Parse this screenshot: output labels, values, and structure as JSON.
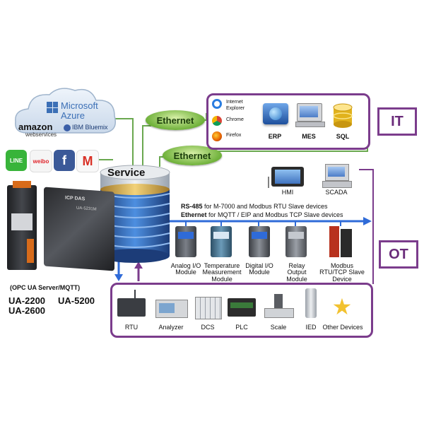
{
  "cloud": {
    "microsoft": "Microsoft",
    "azure": "Azure",
    "amazon": "amazon",
    "webservices": "webservices",
    "ibm_bluemix": "IBM Bluemix"
  },
  "social": [
    "LINE",
    "weibo",
    "f",
    "M"
  ],
  "service_label": "Service",
  "ethernet_label": "Ethernet",
  "it": {
    "tag": "IT",
    "browsers": [
      "Internet Explorer",
      "Chrome",
      "Firefox"
    ],
    "apps": [
      "ERP",
      "MES",
      "SQL"
    ]
  },
  "ot": {
    "tag": "OT",
    "top_devices": [
      "HMI",
      "SCADA"
    ],
    "bus_line1_bold": "RS-485",
    "bus_line1_rest": "for M-7000 and Modbus RTU Slave devices",
    "bus_line2_bold": "Ethernet",
    "bus_line2_rest": "for MQTT / EIP and Modbus TCP Slave devices",
    "modules": [
      {
        "label": "Analog I/O Module"
      },
      {
        "label": "Temperature Measurement Module"
      },
      {
        "label": "Digital I/O Module"
      },
      {
        "label": "Relay Output Module"
      },
      {
        "label": "Modbus RTU/TCP Slave Device"
      }
    ],
    "field_devices": [
      "RTU",
      "Analyzer",
      "DCS",
      "PLC",
      "Scale",
      "IED",
      "Other Devices"
    ]
  },
  "products": {
    "subtitle": "(OPC UA Server/MQTT)",
    "ua2200": "UA-2200",
    "ua5200": "UA-5200",
    "ua2600": "UA-2600",
    "badge": "UA-5231M",
    "brand": "ICP DAS"
  },
  "colors": {
    "accent_purple": "#7b3c8c",
    "line_green": "#6aa84f",
    "bus_blue": "#2f6bd8"
  }
}
